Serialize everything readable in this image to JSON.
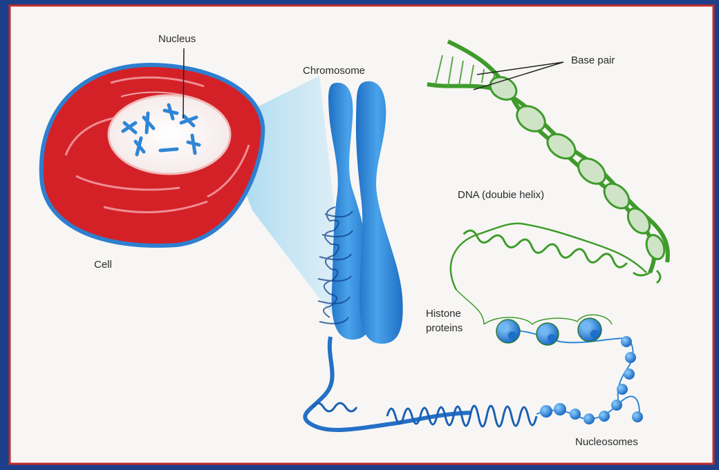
{
  "labels": {
    "nucleus": "Nucleus",
    "chromosome": "Chromosome",
    "base_pair": "Base pair",
    "cell": "Cell",
    "dna": "DNA (doubie helix)",
    "histone_line1": "Histone",
    "histone_line2": "proteins",
    "nucleosomes": "Nucleosomes"
  },
  "colors": {
    "cell_red": "#d42128",
    "chromosome_blue": "#2f86d6",
    "dna_green": "#3f9b2b",
    "paper": "#f7f6f4",
    "frame": "#c22a2a"
  }
}
